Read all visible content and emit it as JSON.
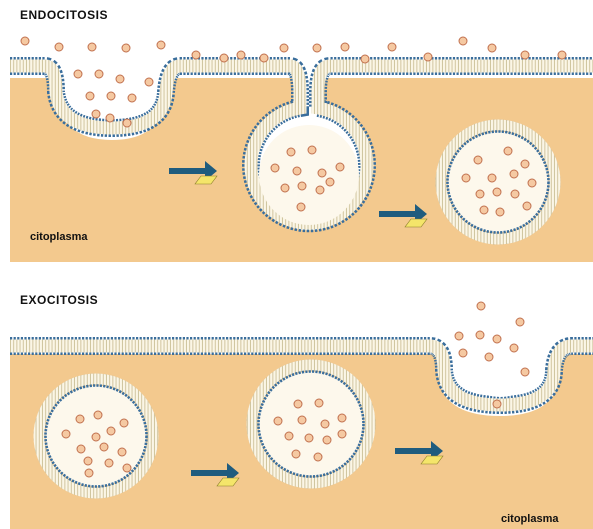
{
  "endocytosis": {
    "title": "ENDOCITOSIS",
    "cytoplasm_label": "citoplasma"
  },
  "exocytosis": {
    "title": "EXOCITOSIS",
    "cytoplasm_label": "citoplasma"
  },
  "colors": {
    "cytoplasm": "#f3c98e",
    "vesicle_lumen": "#fdf8ec",
    "lipid_head": "#3a6e9c",
    "lipid_tail": "#d9cfae",
    "particle_fill": "#f5c9a2",
    "particle_stroke": "#c0704e",
    "arrow_body": "#1f5c7e",
    "arrow_tail": "#f4e56a"
  }
}
